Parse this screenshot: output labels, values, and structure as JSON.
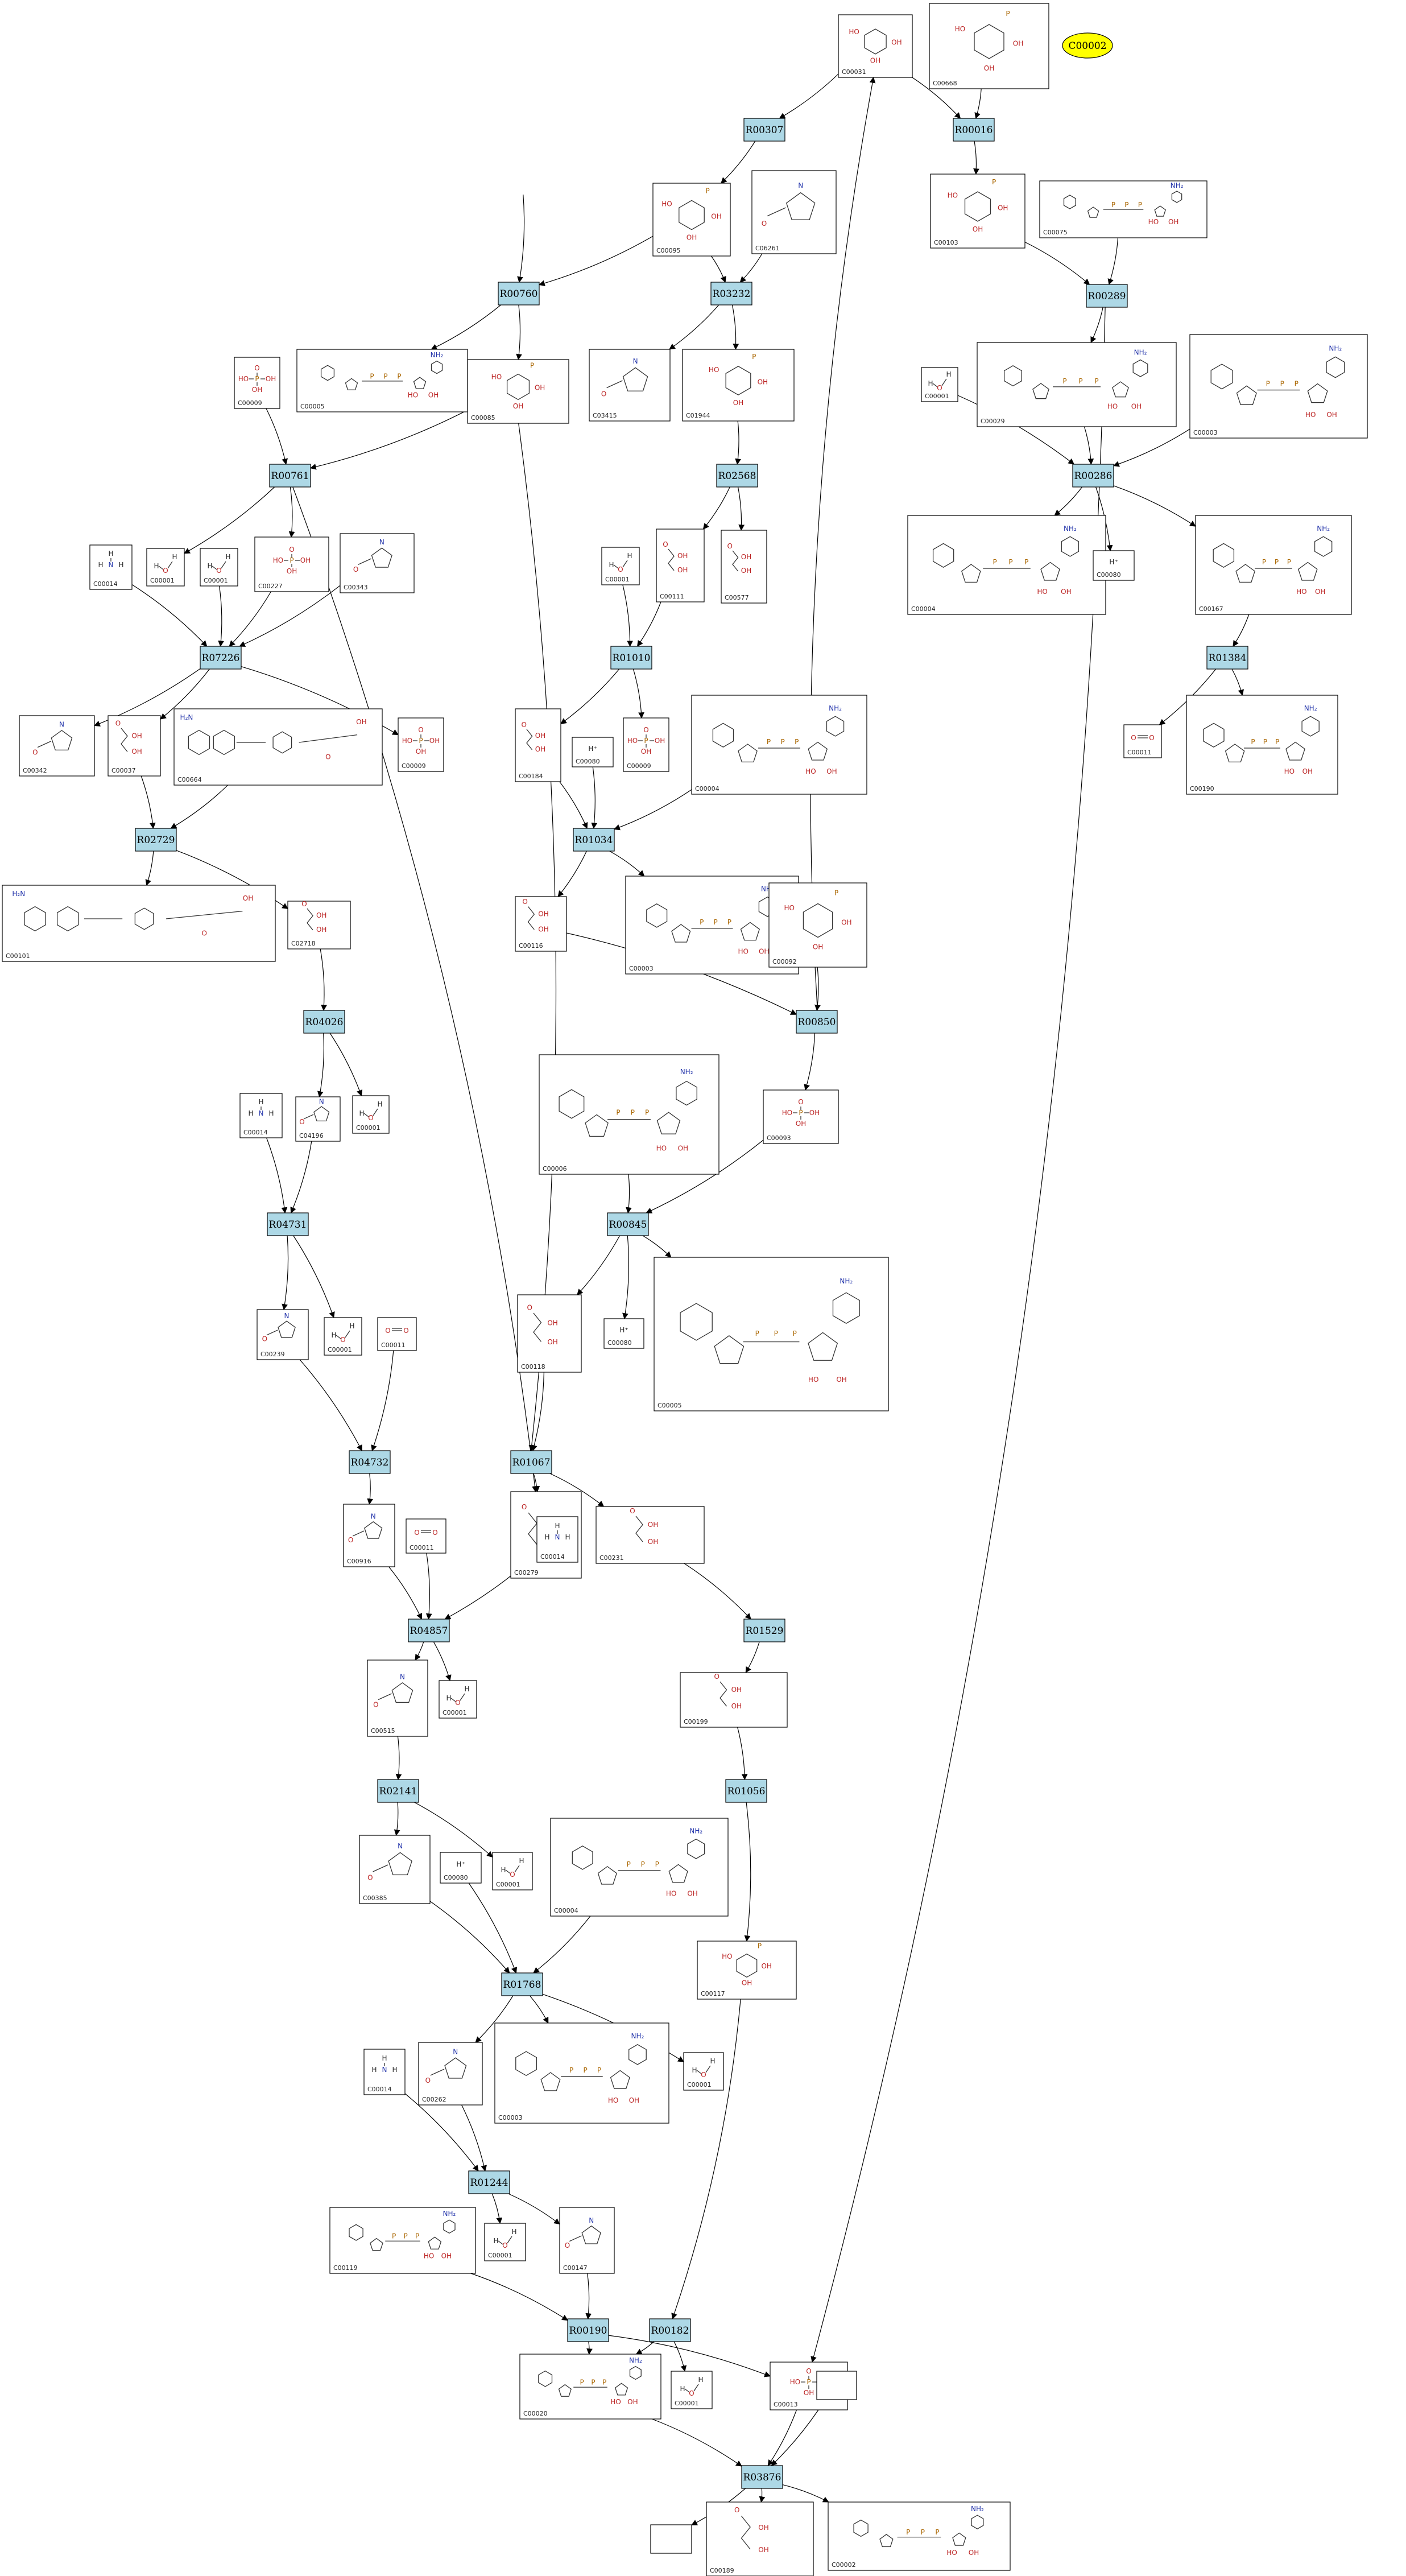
{
  "legend": {
    "label": "C00002",
    "color": "#ffff00"
  },
  "colors": {
    "reaction_fill": "#add8e6",
    "reaction_stroke": "#000000",
    "box_stroke": "#000000"
  },
  "reactions": [
    {
      "id": "r00307",
      "label": "R00307"
    },
    {
      "id": "r00016",
      "label": "R00016"
    },
    {
      "id": "r00760",
      "label": "R00760"
    },
    {
      "id": "r03232",
      "label": "R03232"
    },
    {
      "id": "r00289",
      "label": "R00289"
    },
    {
      "id": "r00761",
      "label": "R00761"
    },
    {
      "id": "r02568",
      "label": "R02568"
    },
    {
      "id": "r00286",
      "label": "R00286"
    },
    {
      "id": "r07226",
      "label": "R07226"
    },
    {
      "id": "r01010",
      "label": "R01010"
    },
    {
      "id": "r01384",
      "label": "R01384"
    },
    {
      "id": "r02729",
      "label": "R02729"
    },
    {
      "id": "r01034",
      "label": "R01034"
    },
    {
      "id": "r04026",
      "label": "R04026"
    },
    {
      "id": "r00850",
      "label": "R00850"
    },
    {
      "id": "r04731",
      "label": "R04731"
    },
    {
      "id": "r00845",
      "label": "R00845"
    },
    {
      "id": "r04732",
      "label": "R04732"
    },
    {
      "id": "r01067",
      "label": "R01067"
    },
    {
      "id": "r04857",
      "label": "R04857"
    },
    {
      "id": "r01529",
      "label": "R01529"
    },
    {
      "id": "r02141",
      "label": "R02141"
    },
    {
      "id": "r01056",
      "label": "R01056"
    },
    {
      "id": "r01768",
      "label": "R01768"
    },
    {
      "id": "r01244",
      "label": "R01244"
    },
    {
      "id": "r00190",
      "label": "R00190"
    },
    {
      "id": "r00182",
      "label": "R00182"
    },
    {
      "id": "r03876",
      "label": "R03876"
    }
  ],
  "compounds": [
    {
      "id": "c00031",
      "label": "C00031",
      "kind": "sugar"
    },
    {
      "id": "c00668",
      "label": "C00668",
      "kind": "sugarP"
    },
    {
      "id": "c00002a",
      "label": "C00002",
      "kind": "nucleotide"
    },
    {
      "id": "c00095",
      "label": "C00095",
      "kind": "sugarP"
    },
    {
      "id": "c06261",
      "label": "C06261",
      "kind": "ring"
    },
    {
      "id": "c00103",
      "label": "C00103",
      "kind": "sugarP"
    },
    {
      "id": "c00075",
      "label": "C00075",
      "kind": "nucleotide"
    },
    {
      "id": "c00009a",
      "label": "C00009",
      "kind": "phosphate"
    },
    {
      "id": "c00005a",
      "label": "C00005",
      "kind": "nucleotide"
    },
    {
      "id": "c00085",
      "label": "C00085",
      "kind": "sugarP"
    },
    {
      "id": "c03415",
      "label": "C03415",
      "kind": "ring"
    },
    {
      "id": "c01944",
      "label": "C01944",
      "kind": "sugarP"
    },
    {
      "id": "c00001a",
      "label": "C00001",
      "kind": "water"
    },
    {
      "id": "c00029",
      "label": "C00029",
      "kind": "nucleotide"
    },
    {
      "id": "c00003a",
      "label": "C00003",
      "kind": "nucleotide"
    },
    {
      "id": "c00014a",
      "label": "C00014",
      "kind": "ammonia"
    },
    {
      "id": "c00001b",
      "label": "C00001",
      "kind": "water"
    },
    {
      "id": "c00001c",
      "label": "C00001",
      "kind": "water"
    },
    {
      "id": "c00227",
      "label": "C00227",
      "kind": "phosphate"
    },
    {
      "id": "c00343",
      "label": "C00343",
      "kind": "ring"
    },
    {
      "id": "c00001d",
      "label": "C00001",
      "kind": "water"
    },
    {
      "id": "c00111",
      "label": "C00111",
      "kind": "chain"
    },
    {
      "id": "c00577",
      "label": "C00577",
      "kind": "chain"
    },
    {
      "id": "c00004a",
      "label": "C00004",
      "kind": "nucleotide"
    },
    {
      "id": "c00080a",
      "label": "C00080",
      "kind": "proton"
    },
    {
      "id": "c00167",
      "label": "C00167",
      "kind": "nucleotide"
    },
    {
      "id": "c00342",
      "label": "C00342",
      "kind": "ring"
    },
    {
      "id": "c00037",
      "label": "C00037",
      "kind": "chain"
    },
    {
      "id": "c00664",
      "label": "C00664",
      "kind": "large"
    },
    {
      "id": "c00009b",
      "label": "C00009",
      "kind": "phosphate"
    },
    {
      "id": "c00184",
      "label": "C00184",
      "kind": "chain"
    },
    {
      "id": "c00080b",
      "label": "C00080",
      "kind": "proton"
    },
    {
      "id": "c00009c",
      "label": "C00009",
      "kind": "phosphate"
    },
    {
      "id": "c00004b",
      "label": "C00004",
      "kind": "nucleotide"
    },
    {
      "id": "c00011a",
      "label": "C00011",
      "kind": "co2"
    },
    {
      "id": "c00190",
      "label": "C00190",
      "kind": "nucleotide"
    },
    {
      "id": "c00101",
      "label": "C00101",
      "kind": "large"
    },
    {
      "id": "c02718",
      "label": "C02718",
      "kind": "chain"
    },
    {
      "id": "c00116",
      "label": "C00116",
      "kind": "chain"
    },
    {
      "id": "c00003b",
      "label": "C00003",
      "kind": "nucleotide"
    },
    {
      "id": "c00092",
      "label": "C00092",
      "kind": "sugarP"
    },
    {
      "id": "c00006",
      "label": "C00006",
      "kind": "nucleotide"
    },
    {
      "id": "c00014b",
      "label": "C00014",
      "kind": "ammonia"
    },
    {
      "id": "c04196",
      "label": "C04196",
      "kind": "ring"
    },
    {
      "id": "c00001e",
      "label": "C00001",
      "kind": "water"
    },
    {
      "id": "c00093",
      "label": "C00093",
      "kind": "phosphate"
    },
    {
      "id": "c00118",
      "label": "C00118",
      "kind": "chain"
    },
    {
      "id": "c00080c",
      "label": "C00080",
      "kind": "proton"
    },
    {
      "id": "c00005b",
      "label": "C00005",
      "kind": "nucleotide"
    },
    {
      "id": "c00239",
      "label": "C00239",
      "kind": "ring"
    },
    {
      "id": "c00001f",
      "label": "C00001",
      "kind": "water"
    },
    {
      "id": "c00011b",
      "label": "C00011",
      "kind": "co2"
    },
    {
      "id": "c00916",
      "label": "C00916",
      "kind": "ring"
    },
    {
      "id": "c00011c",
      "label": "C00011",
      "kind": "co2"
    },
    {
      "id": "c00279",
      "label": "C00279",
      "kind": "chain"
    },
    {
      "id": "c00014c",
      "label": "C00014",
      "kind": "ammonia"
    },
    {
      "id": "c00231",
      "label": "C00231",
      "kind": "chain"
    },
    {
      "id": "c00515",
      "label": "C00515",
      "kind": "ring"
    },
    {
      "id": "c00001g",
      "label": "C00001",
      "kind": "water"
    },
    {
      "id": "c00199",
      "label": "C00199",
      "kind": "chain"
    },
    {
      "id": "c00385",
      "label": "C00385",
      "kind": "ring"
    },
    {
      "id": "c00080d",
      "label": "C00080",
      "kind": "proton"
    },
    {
      "id": "c00001h",
      "label": "C00001",
      "kind": "water"
    },
    {
      "id": "c00004c",
      "label": "C00004",
      "kind": "nucleotide"
    },
    {
      "id": "c00117",
      "label": "C00117",
      "kind": "sugarP"
    },
    {
      "id": "c00014d",
      "label": "C00014",
      "kind": "ammonia"
    },
    {
      "id": "c00262",
      "label": "C00262",
      "kind": "ring"
    },
    {
      "id": "c00003c",
      "label": "C00003",
      "kind": "nucleotide"
    },
    {
      "id": "c00001i",
      "label": "C00001",
      "kind": "water"
    },
    {
      "id": "c00119",
      "label": "C00119",
      "kind": "nucleotide"
    },
    {
      "id": "c00001j",
      "label": "C00001",
      "kind": "water"
    },
    {
      "id": "c00147",
      "label": "C00147",
      "kind": "ring"
    },
    {
      "id": "c00020",
      "label": "C00020",
      "kind": "nucleotide"
    },
    {
      "id": "c00001k",
      "label": "C00001",
      "kind": "water"
    },
    {
      "id": "c00013",
      "label": "C00013",
      "kind": "phosphate"
    },
    {
      "id": "cblank1",
      "label": "",
      "kind": "blank"
    },
    {
      "id": "cblank2",
      "label": "",
      "kind": "blank"
    },
    {
      "id": "c00189",
      "label": "C00189",
      "kind": "chain"
    },
    {
      "id": "c00002b",
      "label": "C00002",
      "kind": "nucleotide"
    }
  ]
}
